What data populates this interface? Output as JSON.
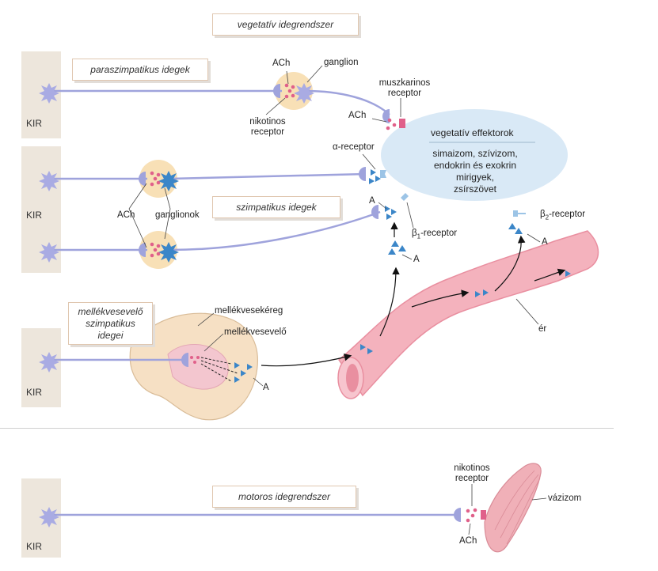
{
  "titles": {
    "vegetative": "vegetatív idegrendszer",
    "parasympathetic": "paraszimpatikus idegek",
    "sympathetic": "szimpatikus idegek",
    "adrenal_line1": "mellékvesevelő",
    "adrenal_line2": "szimpatikus",
    "adrenal_line3": "idegei",
    "motor": "motoros idegrendszer"
  },
  "kir_label": "KIR",
  "labels": {
    "ach": "ACh",
    "ganglion": "ganglion",
    "ganglions": "ganglionok",
    "nicotinic_line1": "nikotinos",
    "nicotinic_line2": "receptor",
    "muscarinic_line1": "muszkarinos",
    "muscarinic_line2": "receptor",
    "alpha_receptor": "α-receptor",
    "beta1_prefix": "β",
    "beta1_sub": "1",
    "beta1_suffix": "-receptor",
    "beta2_prefix": "β",
    "beta2_sub": "2",
    "beta2_suffix": "-receptor",
    "adrenaline": "A",
    "adrenal_cortex": "mellékvesekéreg",
    "adrenal_medulla": "mellékvesevelő",
    "vessel": "ér",
    "skeletal_muscle": "vázizom"
  },
  "effectors": {
    "title": "vegetatív effektorok",
    "line1": "simaizom, szívizom,",
    "line2": "endokrin és exokrin",
    "line3": "mirigyek,",
    "line4": "zsírszövet"
  },
  "colors": {
    "kir_bg": "#ede6dc",
    "neuron": "#9fa3dc",
    "neuron_body": "#a9abe3",
    "ganglion_bg": "#f8e0b6",
    "ach_dot": "#e0608a",
    "adrenaline": "#3b86c8",
    "effector_bg": "#d9e9f6",
    "vessel": "#f2a7b3",
    "muscle": "#f0b0b8"
  }
}
